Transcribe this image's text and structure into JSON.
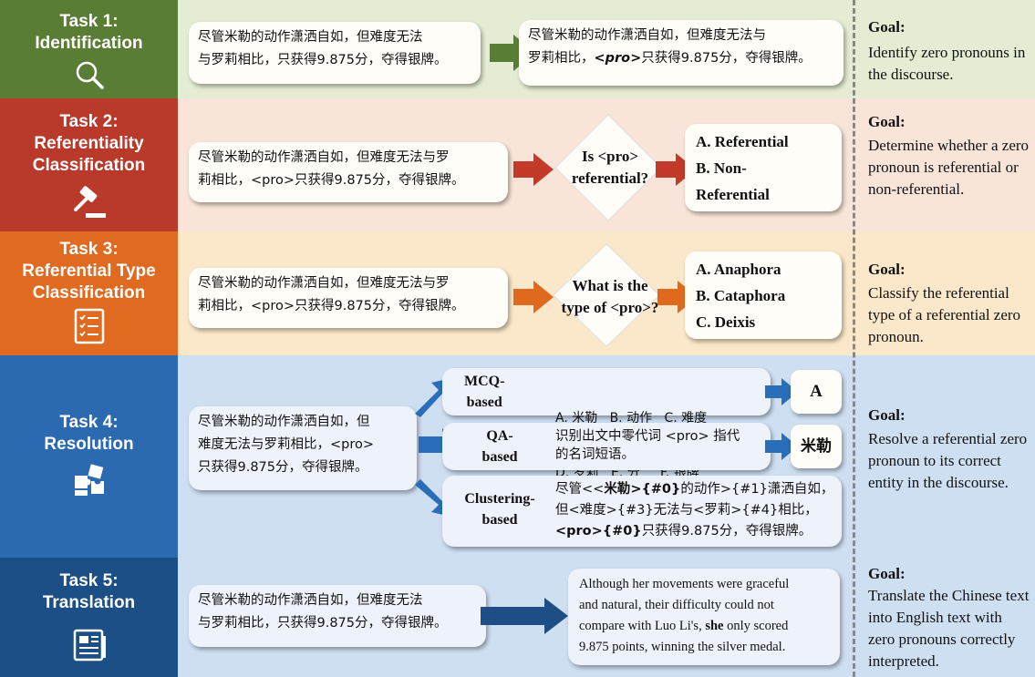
{
  "colors": {
    "task1_label": "#5a7d35",
    "task1_bg": "#e4ecd3",
    "task2_label": "#b9392a",
    "task2_bg": "#f8e4d8",
    "task3_label": "#e06a1f",
    "task3_bg": "#fbe7c9",
    "task4_label": "#2b69b0",
    "task4_bg": "#cfdff2",
    "task5_label": "#1c4f86",
    "task5_bg": "#cfdff2",
    "arrow_green": "#5a7d35",
    "arrow_red": "#c3392a",
    "arrow_orange": "#df6a1e",
    "arrow_blue": "#2a6db8",
    "arrow_navy": "#1d4f86"
  },
  "task1": {
    "title_line1": "Task 1:",
    "title_line2": "Identification",
    "icon": "magnifier-icon",
    "input_line1": "尽管米勒的动作潇洒自如，但难度无法",
    "input_line2": "与罗莉相比，只获得9.875分，夺得银牌。",
    "output_line1": "尽管米勒的动作潇洒自如，但难度无法与",
    "output_line2_pre": "罗莉相比，",
    "output_pro": "<pro>",
    "output_line2_post": "只获得9.875分，夺得银牌。",
    "goal_title": "Goal:",
    "goal_text": "Identify zero pronouns in the discourse."
  },
  "task2": {
    "title_line1": "Task 2:",
    "title_line2": "Referentiality",
    "title_line3": "Classification",
    "icon": "gavel-icon",
    "input_line1": "尽管米勒的动作潇洒自如，但难度无法与罗",
    "input_line2": "莉相比，<pro>只获得9.875分，夺得银牌。",
    "question_line1": "Is <pro>",
    "question_line2": "referential?",
    "option_a": "A. Referential",
    "option_b1": "B. Non-",
    "option_b2": "Referential",
    "goal_title": "Goal:",
    "goal_text": "Determine whether a zero pronoun is referential or non-referential."
  },
  "task3": {
    "title_line1": "Task 3:",
    "title_line2": "Referential Type",
    "title_line3": "Classification",
    "icon": "checklist-icon",
    "input_line1": "尽管米勒的动作潇洒自如，但难度无法与罗",
    "input_line2": "莉相比，<pro>只获得9.875分，夺得银牌。",
    "question_line1": "What is the",
    "question_line2": "type of <pro>?",
    "option_a": "A. Anaphora",
    "option_b": "B. Cataphora",
    "option_c": "C. Deixis",
    "goal_title": "Goal:",
    "goal_text": "Classify the referential type of a referential zero pronoun."
  },
  "task4": {
    "title_line1": "Task 4:",
    "title_line2": "Resolution",
    "icon": "puzzle-icon",
    "input_line1": "尽管米勒的动作潇洒自如，但",
    "input_line2": "难度无法与罗莉相比，<pro>",
    "input_line3": "只获得9.875分，夺得银牌。",
    "mcq_method_line1": "MCQ-",
    "mcq_method_line2": "based",
    "mcq_options_line1": "A. 米勒   B. 动作   C. 难度",
    "mcq_options_line2": "D. 罗莉   E. 分     F. 银牌",
    "mcq_answer": "A",
    "qa_method_line1": "QA-",
    "qa_method_line2": "based",
    "qa_question_line1": "识别出文中零代词 <pro> 指代",
    "qa_question_line2": "的名词短语。",
    "qa_answer": "米勒",
    "cl_method_line1": "Clustering-",
    "cl_method_line2": "based",
    "cl_l1_a": "尽管<<",
    "cl_l1_b": "米勒",
    "cl_l1_c": ">{#0}",
    "cl_l1_d": "的动作>{#1}潇洒自如，",
    "cl_l2": "但<难度>{#3}无法与<罗莉>{#4}相比，",
    "cl_l3_a": "<pro>{#0}",
    "cl_l3_b": "只获得9.875分，夺得银牌。",
    "goal_title": "Goal:",
    "goal_text": "Resolve a referential zero pronoun to its correct entity in the discourse."
  },
  "task5": {
    "title_line1": "Task 5:",
    "title_line2": "Translation",
    "icon": "document-icon",
    "input_line1": "尽管米勒的动作潇洒自如，但难度无法",
    "input_line2": "与罗莉相比，只获得9.875分，夺得银牌。",
    "output_line1": "Although her movements were graceful",
    "output_line2": "and natural, their difficulty could not",
    "output_line3_pre": "compare with Luo Li's, ",
    "output_she": "she",
    "output_line3_post": " only scored",
    "output_line4": "9.875 points, winning the silver medal.",
    "goal_title": "Goal:",
    "goal_text": "Translate the Chinese text into English text with zero pronouns correctly interpreted."
  }
}
